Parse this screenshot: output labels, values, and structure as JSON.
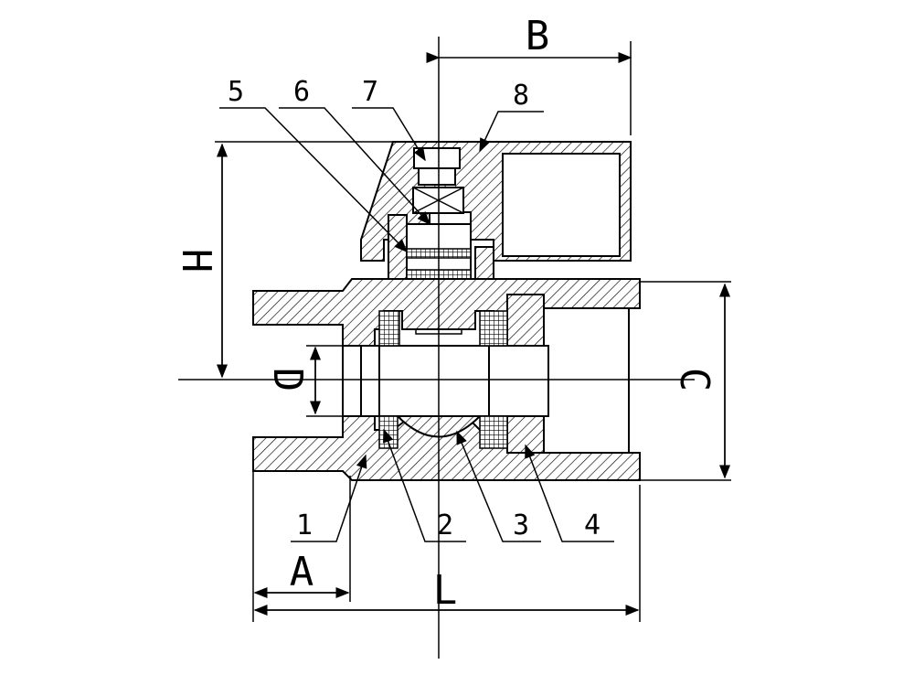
{
  "title": "Ball valve sectional drawing",
  "part_labels": [
    "1",
    "2",
    "3",
    "4",
    "5",
    "6",
    "7",
    "8"
  ],
  "dimensions": {
    "A": "A",
    "B": "B",
    "C": "C",
    "D": "D",
    "H": "H",
    "L": "L"
  }
}
